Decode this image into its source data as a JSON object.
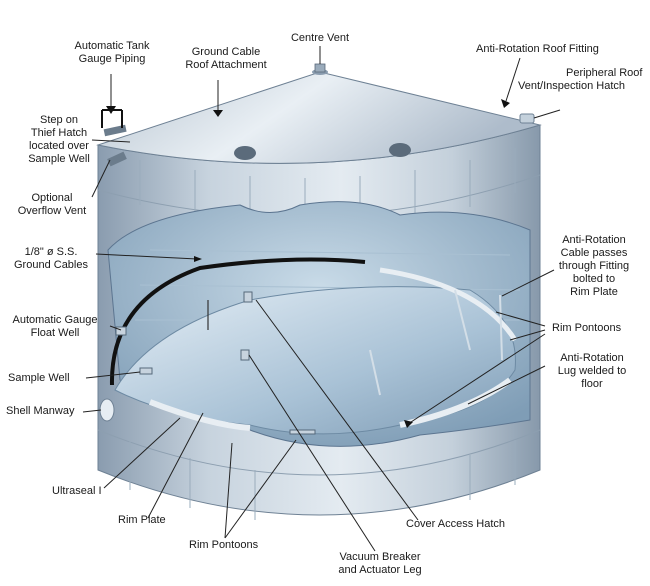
{
  "labels": {
    "automatic_tank_gauge_piping": [
      "Automatic Tank",
      "Gauge Piping"
    ],
    "ground_cable_roof_attachment": [
      "Ground Cable",
      "Roof Attachment"
    ],
    "centre_vent": "Centre Vent",
    "anti_rotation_roof_fitting": "Anti-Rotation Roof Fitting",
    "peripheral_roof_vent": [
      "Peripheral Roof",
      "Vent/Inspection Hatch"
    ],
    "step_on_thief_hatch": [
      "Step on",
      "Thief Hatch",
      "located over",
      "Sample Well"
    ],
    "optional_overflow_vent": [
      "Optional",
      "Overflow Vent"
    ],
    "ground_cables": [
      "1/8\" ø S.S.",
      "Ground Cables"
    ],
    "anti_rotation_cable": [
      "Anti-Rotation",
      "Cable passes",
      "through Fitting",
      "bolted to",
      "Rim Plate"
    ],
    "rim_pontoons_right": "Rim Pontoons",
    "automatic_gauge_float_well": [
      "Automatic Gauge",
      "Float Well"
    ],
    "anti_rotation_lug": [
      "Anti-Rotation",
      "Lug welded to",
      "floor"
    ],
    "sample_well": "Sample Well",
    "shell_manway": "Shell Manway",
    "ultraseal": "Ultraseal I",
    "rim_plate": "Rim Plate",
    "cover_access_hatch": "Cover Access Hatch",
    "rim_pontoons_bottom": "Rim Pontoons",
    "vacuum_breaker": [
      "Vacuum Breaker",
      "and Actuator Leg"
    ]
  },
  "colors": {
    "shell_light": "#dfe7ee",
    "shell_mid": "#b7c5d1",
    "shell_dark": "#8497a8",
    "interior": "#9fb8cc",
    "floor_light": "#dbe8f2",
    "leader": "#222222"
  }
}
